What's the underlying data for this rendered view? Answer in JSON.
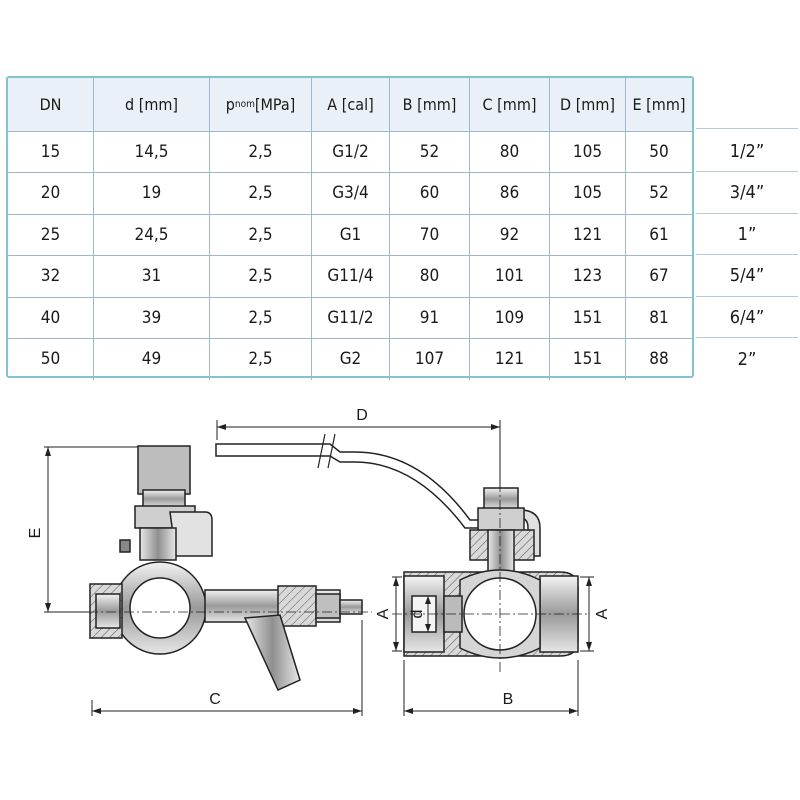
{
  "table": {
    "headers": {
      "dn": "DN",
      "d": "d [mm]",
      "pnom_main": "p",
      "pnom_sub": "nom",
      "pnom_unit": "[MPa]",
      "a": "A [cal]",
      "b": "B [mm]",
      "c": "C [mm]",
      "dd": "D [mm]",
      "e": "E [mm]"
    },
    "rows": [
      {
        "dn": "15",
        "d": "14,5",
        "p": "2,5",
        "a": "G1/2",
        "b": "52",
        "c": "80",
        "dd": "105",
        "e": "50",
        "size": "1/2”"
      },
      {
        "dn": "20",
        "d": "19",
        "p": "2,5",
        "a": "G3/4",
        "b": "60",
        "c": "86",
        "dd": "105",
        "e": "52",
        "size": "3/4”"
      },
      {
        "dn": "25",
        "d": "24,5",
        "p": "2,5",
        "a": "G1",
        "b": "70",
        "c": "92",
        "dd": "121",
        "e": "61",
        "size": "1”"
      },
      {
        "dn": "32",
        "d": "31",
        "p": "2,5",
        "a": "G11/4",
        "b": "80",
        "c": "101",
        "dd": "123",
        "e": "67",
        "size": "5/4”"
      },
      {
        "dn": "40",
        "d": "39",
        "p": "2,5",
        "a": "G11/2",
        "b": "91",
        "c": "109",
        "dd": "151",
        "e": "81",
        "size": "6/4”"
      },
      {
        "dn": "50",
        "d": "49",
        "p": "2,5",
        "a": "G2",
        "b": "107",
        "c": "121",
        "dd": "151",
        "e": "88",
        "size": "2”"
      }
    ]
  },
  "drawing": {
    "label_d_upper": "D",
    "label_e": "E",
    "label_c": "C",
    "label_b": "B",
    "label_a_left": "A",
    "label_a_right": "A",
    "label_d_lower": "d"
  }
}
